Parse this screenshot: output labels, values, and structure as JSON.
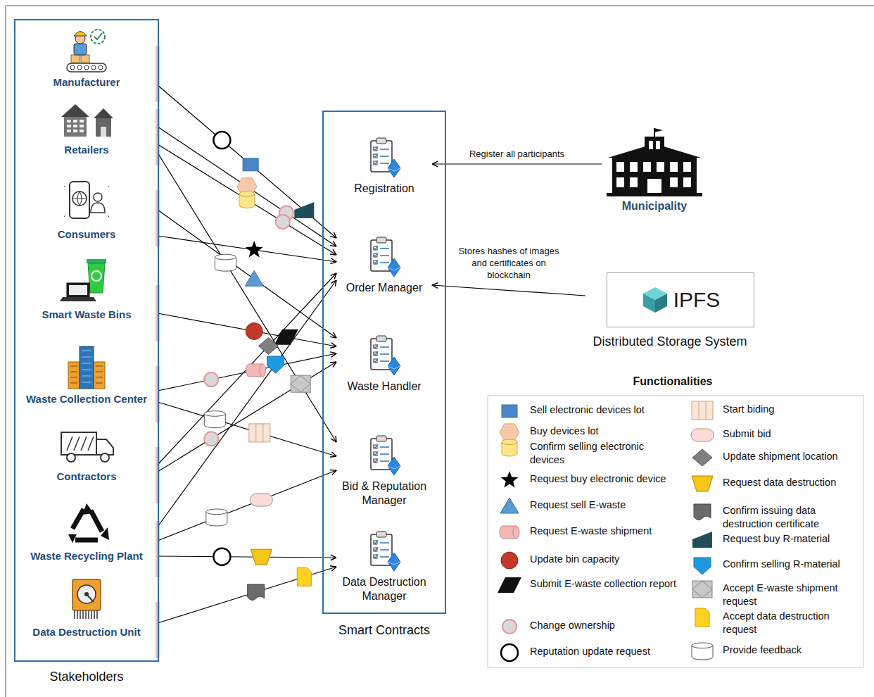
{
  "diagram": {
    "nodes": [
      {
        "text": [
          "Stakeholders"
        ]
      },
      {
        "text": [
          "Manufacturer"
        ],
        "in": 0
      },
      {
        "text": [
          "Retailers"
        ],
        "in": 0
      },
      {
        "text": [
          "Consumers"
        ],
        "in": 0
      },
      {
        "text": [
          "Smart Waste Bins"
        ],
        "in": 0
      },
      {
        "text": [
          "Waste Collection Center"
        ],
        "in": 0
      },
      {
        "text": [
          "Contractors"
        ],
        "in": 0
      },
      {
        "text": [
          "Waste Recycling Plant"
        ],
        "in": 0
      },
      {
        "text": [
          "Data Destruction Unit"
        ],
        "in": 0
      },
      {
        "text": [
          "Smart Contracts"
        ]
      },
      {
        "text": [
          "Registration"
        ],
        "in": 9
      },
      {
        "text": [
          "Order Manager"
        ],
        "in": 9
      },
      {
        "text": [
          "Waste Handler"
        ],
        "in": 9
      },
      {
        "text": [
          "Bid & Reputation Manager"
        ],
        "in": 9
      },
      {
        "text": [
          "Data Destruction Manager"
        ],
        "in": 9
      },
      {
        "text": [
          "Municipality"
        ]
      },
      {
        "text": [
          "IPFS",
          "Distributed Storage System"
        ]
      }
    ],
    "edges": [
      {
        "from": 15,
        "to": 10,
        "label": "Register all participants",
        "arrow": "to"
      },
      {
        "from": 16,
        "to": 11,
        "label": "Stores hashes of images and certificates on blockchain",
        "arrow": "to"
      },
      {
        "from": 1,
        "to": 11,
        "arrow": "to"
      },
      {
        "from": 2,
        "to": 11,
        "arrow": "to"
      },
      {
        "from": 2,
        "to": 11,
        "arrow": "to"
      },
      {
        "from": 2,
        "to": 13,
        "arrow": "to"
      },
      {
        "from": 3,
        "to": 11,
        "arrow": "to"
      },
      {
        "from": 3,
        "to": 12,
        "arrow": "to"
      },
      {
        "from": 4,
        "to": 12,
        "arrow": "to"
      },
      {
        "from": 5,
        "to": 12,
        "arrow": "to"
      },
      {
        "from": 5,
        "to": 13,
        "arrow": "to"
      },
      {
        "from": 6,
        "to": 11,
        "arrow": "to"
      },
      {
        "from": 6,
        "to": 12,
        "arrow": "to"
      },
      {
        "from": 7,
        "to": 11,
        "arrow": "to"
      },
      {
        "from": 7,
        "to": 13,
        "arrow": "to"
      },
      {
        "from": 7,
        "to": 14,
        "arrow": "to"
      },
      {
        "from": 8,
        "to": 14,
        "arrow": "to"
      }
    ],
    "labels": [
      "Functionalities"
    ],
    "legend": [
      {
        "text": "Sell electronic devices lot",
        "color": "#4a86c8"
      },
      {
        "text": "Buy devices lot",
        "color": "#f7c9a8"
      },
      {
        "text": "Confirm selling electronic devices",
        "color": "#fde68a"
      },
      {
        "text": "Request buy electronic device",
        "color": "#000000"
      },
      {
        "text": "Request sell E-waste",
        "color": "#5b9bd5"
      },
      {
        "text": "Request E-waste shipment",
        "color": "#f2b8b8"
      },
      {
        "text": "Update bin capacity",
        "color": "#c0392b"
      },
      {
        "text": "Submit E-waste collection report",
        "color": "#111111"
      },
      {
        "text": "Change ownership",
        "color": "#d9d9d9"
      },
      {
        "text": "Reputation update request"
      },
      {
        "text": "Start biding",
        "color": "#fbe5d6"
      },
      {
        "text": "Submit bid",
        "color": "#fadbd8"
      },
      {
        "text": "Update shipment location",
        "color": "#808080"
      },
      {
        "text": "Request data destruction",
        "color": "#f5c518"
      },
      {
        "text": "Confirm issuing data destruction certificate",
        "color": "#6b6b6b"
      },
      {
        "text": "Request buy R-material",
        "color": "#1f4e5a"
      },
      {
        "text": "Confirm selling R-material",
        "color": "#1e9be0"
      },
      {
        "text": "Accept E-waste shipment request",
        "color": "#c8c8c8"
      },
      {
        "text": "Accept data destruction request",
        "color": "#ffd21f"
      },
      {
        "text": "Provide feedback"
      }
    ]
  }
}
